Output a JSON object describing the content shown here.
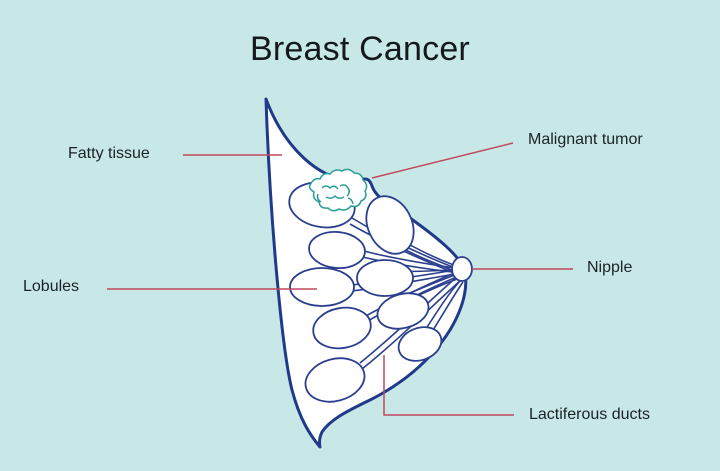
{
  "title": "Breast Cancer",
  "labels": {
    "fatty_tissue": "Fatty tissue",
    "lobules": "Lobules",
    "malignant_tumor": "Malignant tumor",
    "nipple": "Nipple",
    "lactiferous_ducts": "Lactiferous ducts"
  },
  "colors": {
    "background": "#c8e8e8",
    "outline": "#1f3a8a",
    "tumor": "#2a9e9a",
    "leader_line": "#c0485c",
    "tissue_fill": "#ffffff",
    "text": "#1b2225"
  }
}
